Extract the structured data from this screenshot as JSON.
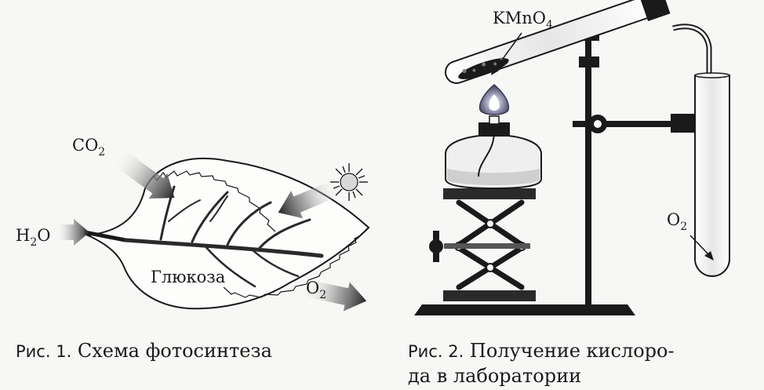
{
  "figure1": {
    "labels": {
      "co2": "CO",
      "co2_sub": "2",
      "h2o_h": "H",
      "h2o_sub": "2",
      "h2o_o": "O",
      "glucose": "Глюкоза",
      "o2": "O",
      "o2_sub": "2"
    },
    "caption_prefix": "Рис. 1.",
    "caption_text": "Схема фотосинтеза"
  },
  "figure2": {
    "labels": {
      "kmno4": "KMnO",
      "kmno4_sub": "4",
      "o2": "O",
      "o2_sub": "2"
    },
    "caption_prefix": "Рис. 2.",
    "caption_line1": "Получение кислоро-",
    "caption_line2": "да в лаборатории"
  },
  "colors": {
    "ink": "#1a1a1a",
    "paper": "#f7f7f5",
    "flame": "#6a6a8a"
  },
  "icons": [
    "sun-icon",
    "flame-icon"
  ]
}
